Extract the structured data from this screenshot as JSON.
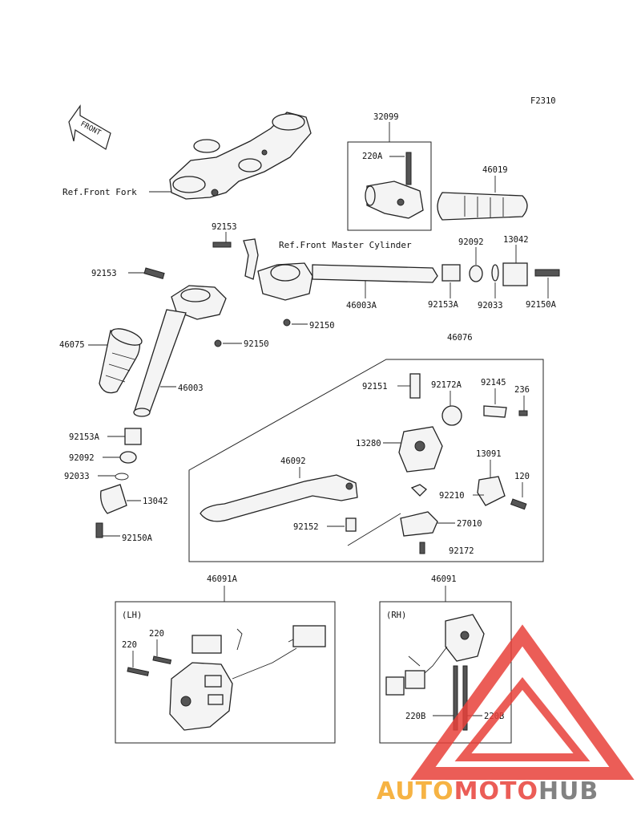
{
  "diagram_code": "F2310",
  "labels": {
    "p32099": "32099",
    "p220A": "220A",
    "p46019": "46019",
    "ref_front_fork": "Ref.Front Fork",
    "ref_front_master_cylinder": "Ref.Front Master Cylinder",
    "p92153_top": "92153",
    "p92092_top": "92092",
    "p13042_top": "13042",
    "p92153_left": "92153",
    "p46003A": "46003A",
    "p92153A_top": "92153A",
    "p92033_top": "92033",
    "p92150A_top": "92150A",
    "p92150_a": "92150",
    "p92150_b": "92150",
    "p46076": "46076",
    "p46075": "46075",
    "p46003": "46003",
    "p92151": "92151",
    "p92172A": "92172A",
    "p92145": "92145",
    "p236": "236",
    "p13280": "13280",
    "p46092": "46092",
    "p13091": "13091",
    "p120": "120",
    "p92210": "92210",
    "p92153A_left": "92153A",
    "p92092_left": "92092",
    "p92033_left": "92033",
    "p13042_left": "13042",
    "p92152": "92152",
    "p27010": "27010",
    "p92172": "92172",
    "p92150A_left": "92150A",
    "p46091A": "46091A",
    "p46091": "46091",
    "lh": "(LH)",
    "rh": "(RH)",
    "p220_a": "220",
    "p220_b": "220",
    "p220B_a": "220B",
    "p220B_b": "220B"
  },
  "front_arrow": "FRONT",
  "watermark": {
    "part1": "AUTO",
    "part2": "MOTO",
    "part3": "HUB",
    "color_orange": "#f5a623",
    "color_red": "#e8413a",
    "color_gray": "#6d6d6d"
  }
}
